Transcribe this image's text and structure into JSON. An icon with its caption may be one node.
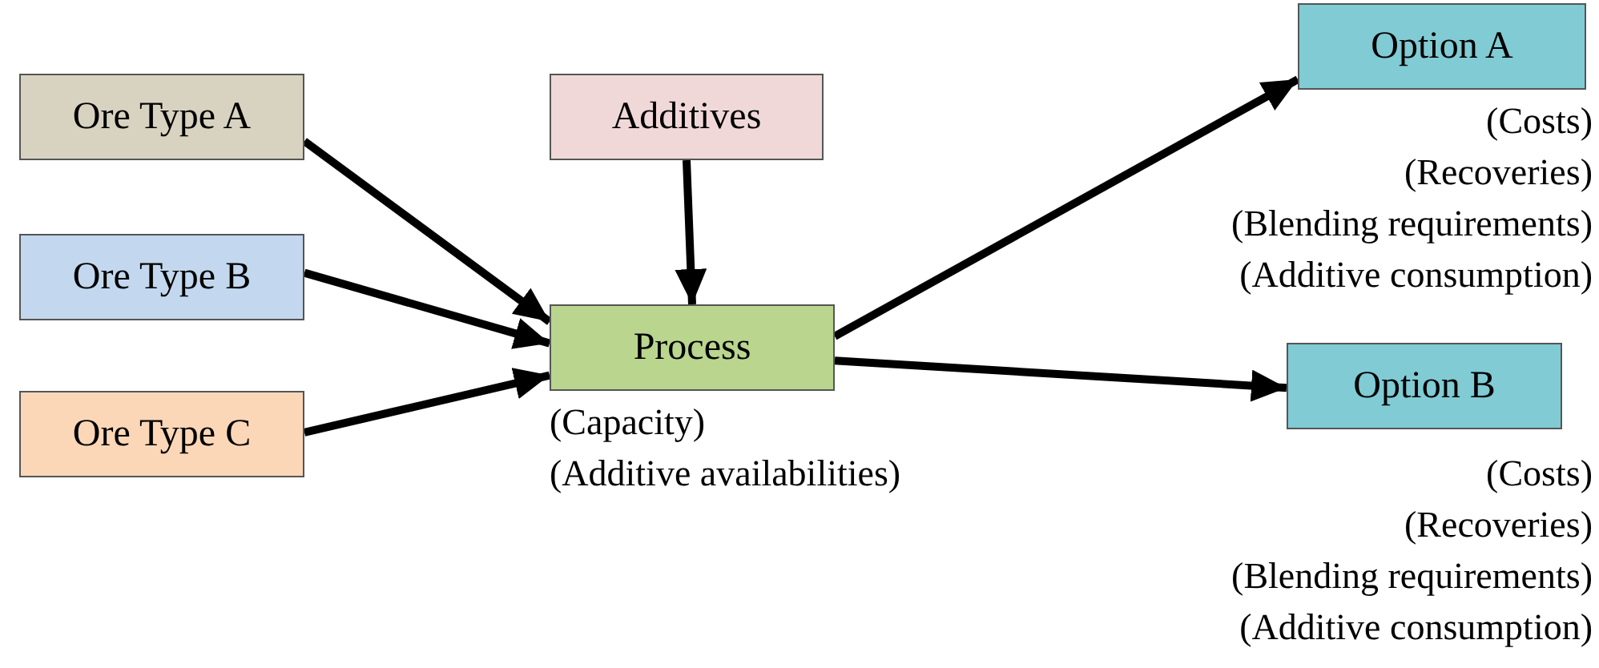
{
  "diagram": {
    "nodes": [
      {
        "text": [
          "Ore Type A"
        ]
      },
      {
        "text": [
          "Ore Type B"
        ]
      },
      {
        "text": [
          "Ore Type C"
        ]
      },
      {
        "text": [
          "Additives"
        ]
      },
      {
        "text": [
          "Process"
        ],
        "beside": [
          "(Capacity)",
          "(Additive availabilities)"
        ]
      },
      {
        "text": [
          "Option A"
        ],
        "beside": [
          "(Costs)",
          "(Recoveries)",
          "(Blending requirements)",
          "(Additive consumption)"
        ]
      },
      {
        "text": [
          "Option B"
        ],
        "beside": [
          "(Costs)",
          "(Recoveries)",
          "(Blending requirements)",
          "(Additive consumption)"
        ]
      }
    ],
    "edges": [
      {
        "from": 0,
        "to": 4,
        "arrow": "to"
      },
      {
        "from": 1,
        "to": 4,
        "arrow": "to"
      },
      {
        "from": 2,
        "to": 4,
        "arrow": "to"
      },
      {
        "from": 3,
        "to": 4,
        "arrow": "to"
      },
      {
        "from": 4,
        "to": 5,
        "arrow": "to"
      },
      {
        "from": 4,
        "to": 6,
        "arrow": "to"
      }
    ]
  }
}
